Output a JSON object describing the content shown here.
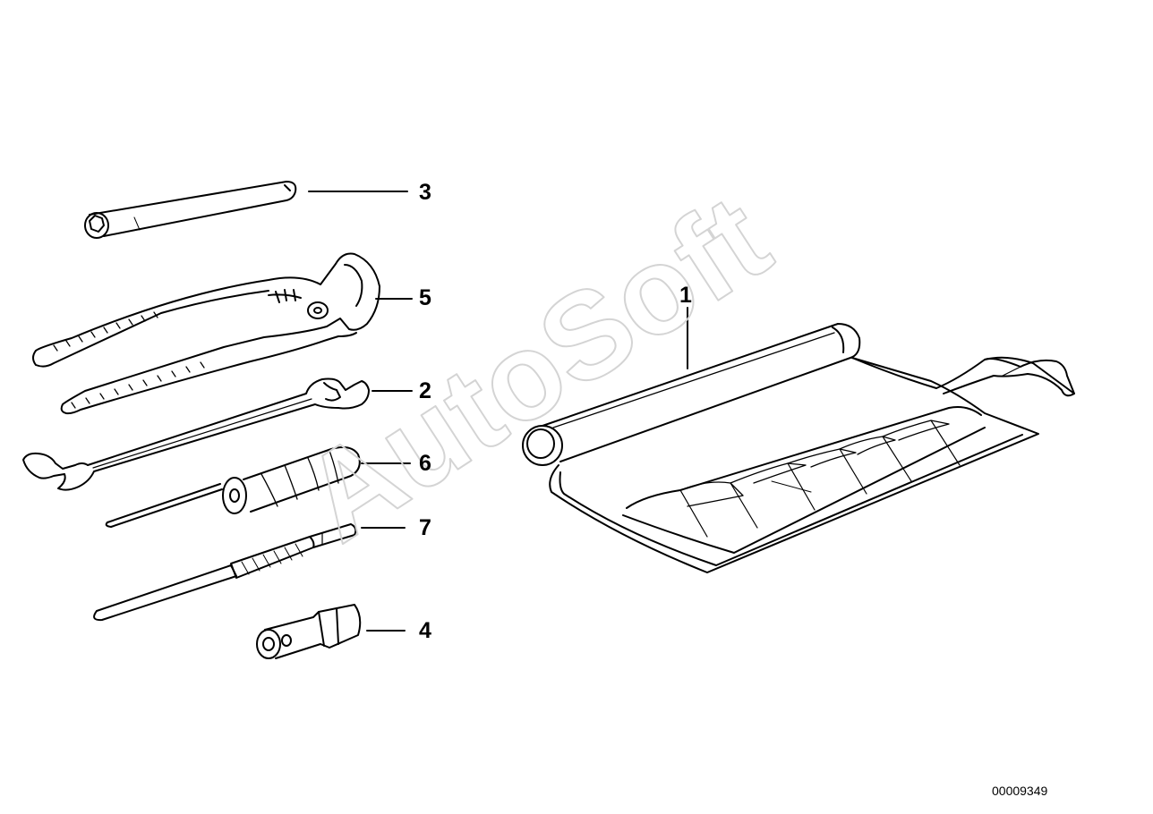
{
  "diagram": {
    "id_label": "00009349",
    "watermark": "AutoSoft",
    "callouts": [
      {
        "key": "bag",
        "number": "1"
      },
      {
        "key": "wrench",
        "number": "2"
      },
      {
        "key": "box_wrench",
        "number": "3"
      },
      {
        "key": "socket",
        "number": "4"
      },
      {
        "key": "pliers",
        "number": "5"
      },
      {
        "key": "screwdriver",
        "number": "6"
      },
      {
        "key": "tommy_bar",
        "number": "7"
      }
    ]
  }
}
